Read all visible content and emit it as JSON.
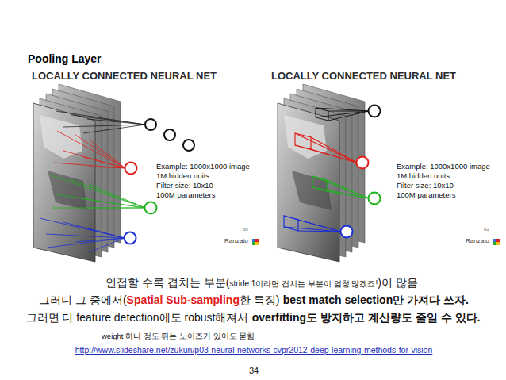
{
  "diagram": {
    "title": "Pooling Layer",
    "labels": [
      "LOCALLY CONNECTED NEURAL NET",
      "Example: 1000x1000 image",
      "1M hidden units",
      "Filter size: 10x10",
      "100M parameters",
      "60",
      "Ranzato",
      "LOCALLY CONNECTED NEURAL NET",
      "Example: 1000x1000 image",
      "1M hidden units",
      "Filter size: 10x10",
      "100M parameters",
      "61",
      "Ranzato",
      "인접할 수록 겹치는 부분(",
      "stride 1이라면 겹치는 부분이 엄청 많겠죠!",
      ")이 많음",
      "그러니 그 중에서(",
      "Spatial Sub-sampling",
      "한 특징)",
      "best match selection만 가져다 쓰자.",
      "그러면 더 feature detection에도 robust해져서",
      "overfitting도 방지하고 계산량도 줄일 수 있다.",
      "weight 하나 정도 튀는 노이즈가 있어도 묻힘",
      "http://www.slideshare.net/zukun/p03-neural-networks-cvpr2012-deep-learning-methods-for-vision",
      "34"
    ]
  }
}
